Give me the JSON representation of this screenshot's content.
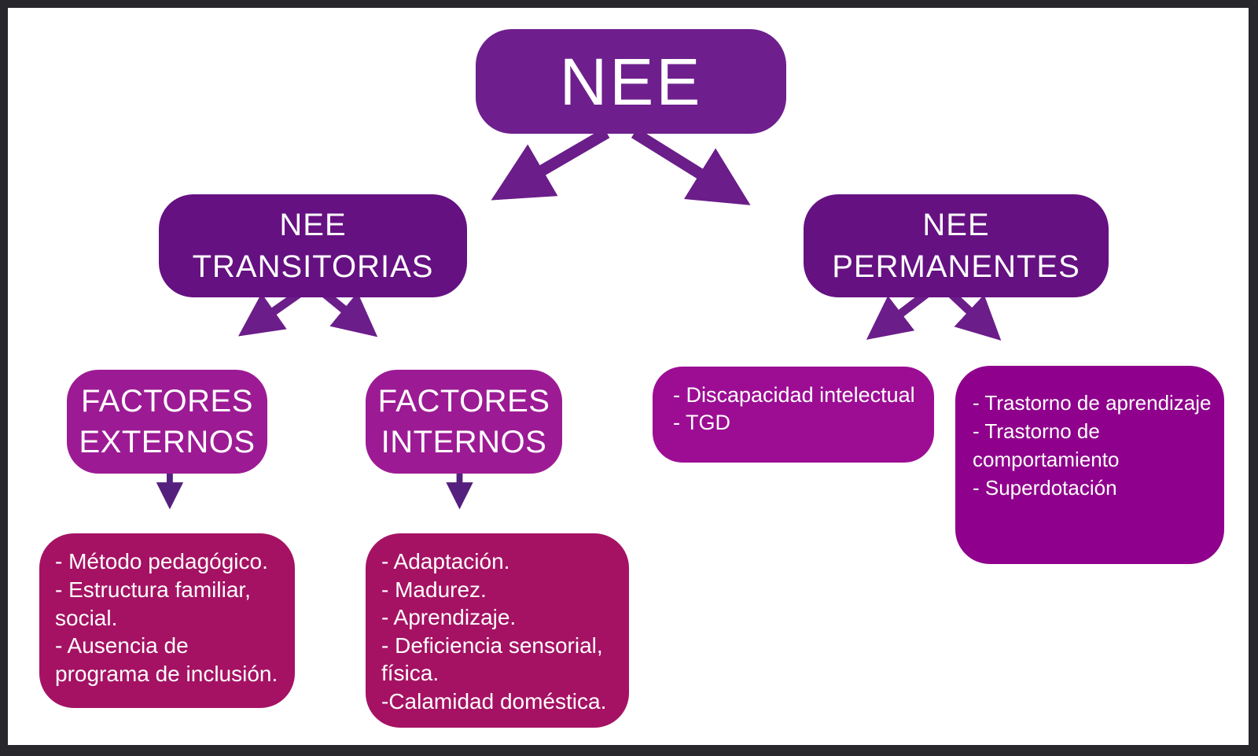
{
  "diagram": {
    "root": {
      "label": "NEE"
    },
    "branches": {
      "transitorias": {
        "label": "NEE\nTRANSITORIAS",
        "children": {
          "factores_externos": {
            "label": "FACTORES\nEXTERNOS",
            "details": [
              "- Método pedagógico.",
              "- Estructura familiar, social.",
              "- Ausencia de programa de inclusión."
            ]
          },
          "factores_internos": {
            "label": "FACTORES\nINTERNOS",
            "details": [
              "- Adaptación.",
              "- Madurez.",
              "- Aprendizaje.",
              "- Deficiencia sensorial, física.",
              "-Calamidad doméstica."
            ]
          }
        }
      },
      "permanentes": {
        "label": "NEE\nPERMANENTES",
        "children": {
          "group1": {
            "details": [
              "- Discapacidad intelectual",
              "- TGD"
            ]
          },
          "group2": {
            "details": [
              "- Trastorno de aprendizaje",
              "- Trastorno de comportamiento",
              "- Superdotación"
            ]
          }
        }
      }
    }
  },
  "colors": {
    "frame": "#28282c",
    "background": "#ffffff",
    "root_purple": "#6e1f8d",
    "branch_purple": "#651181",
    "magenta": "#9c1b94",
    "magenta_mid": "#9c0d94",
    "magenta_deep": "#8f018c",
    "crimson": "#a51263",
    "arrow_purple": "#6b1d8a",
    "arrow_dark": "#55207d",
    "text": "#ffffff"
  }
}
